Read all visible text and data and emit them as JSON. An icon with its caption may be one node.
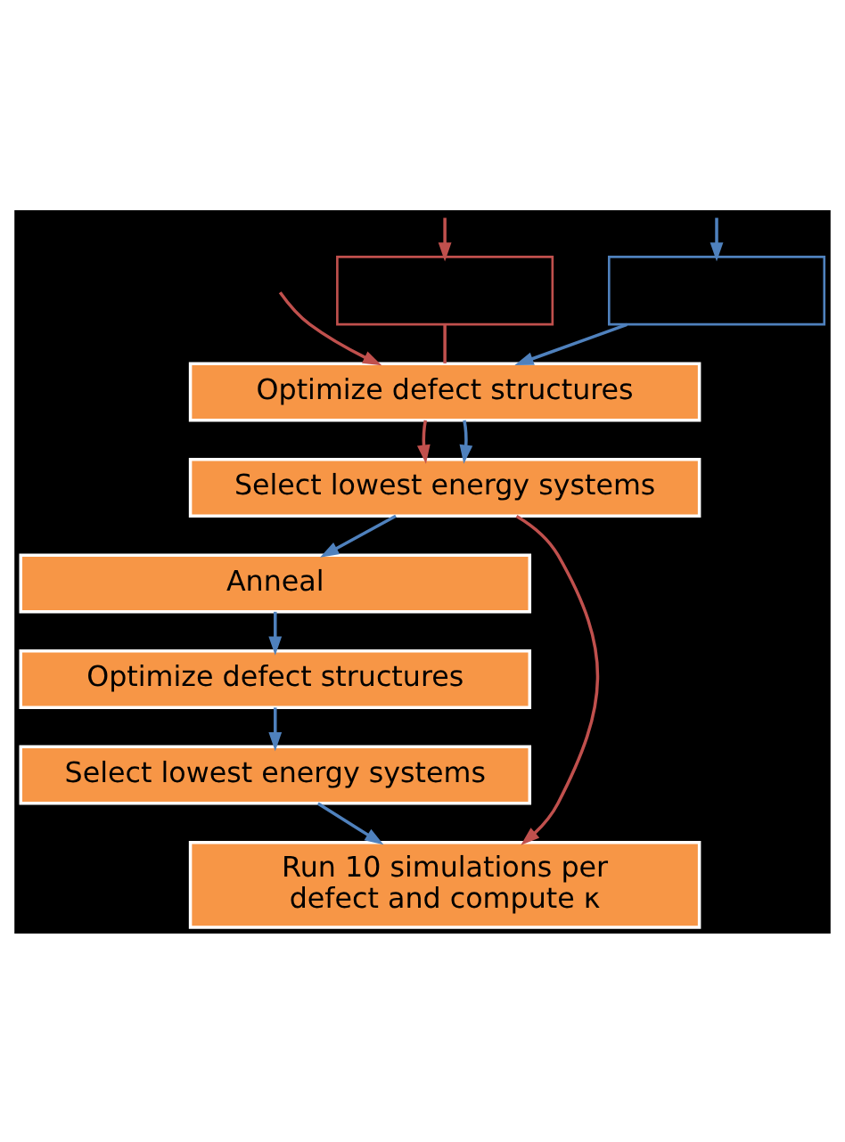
{
  "diagram": {
    "nodes": [
      {
        "text": [],
        "shape": "box"
      },
      {
        "text": [],
        "shape": "box"
      },
      {
        "text": [
          "Optimize defect structures"
        ]
      },
      {
        "text": [
          "Select lowest energy systems"
        ]
      },
      {
        "text": [
          "Anneal"
        ]
      },
      {
        "text": [
          "Optimize defect structures"
        ]
      },
      {
        "text": [
          "Select lowest energy systems"
        ]
      },
      {
        "text": [
          "Run 10 simulations per defect and compute κ"
        ]
      }
    ],
    "edges": [
      {
        "from": null,
        "to": 0,
        "arrow": "to",
        "color": "#c0504d"
      },
      {
        "from": null,
        "to": 2,
        "arrow": "to",
        "color": "#c0504d"
      },
      {
        "from": 0,
        "to": 2,
        "arrow": "none",
        "color": "#c0504d"
      },
      {
        "from": null,
        "to": 1,
        "arrow": "to"
      },
      {
        "from": 1,
        "to": 2,
        "arrow": "to"
      },
      {
        "from": 2,
        "to": 3,
        "arrow": "to",
        "color": "#c0504d"
      },
      {
        "from": 2,
        "to": 3,
        "arrow": "to"
      },
      {
        "from": 3,
        "to": 4,
        "arrow": "to"
      },
      {
        "from": 4,
        "to": 5,
        "arrow": "to"
      },
      {
        "from": 5,
        "to": 6,
        "arrow": "to"
      },
      {
        "from": 3,
        "to": 7,
        "arrow": "to",
        "color": "#c0504d"
      },
      {
        "from": 6,
        "to": 7,
        "arrow": "to"
      }
    ]
  }
}
